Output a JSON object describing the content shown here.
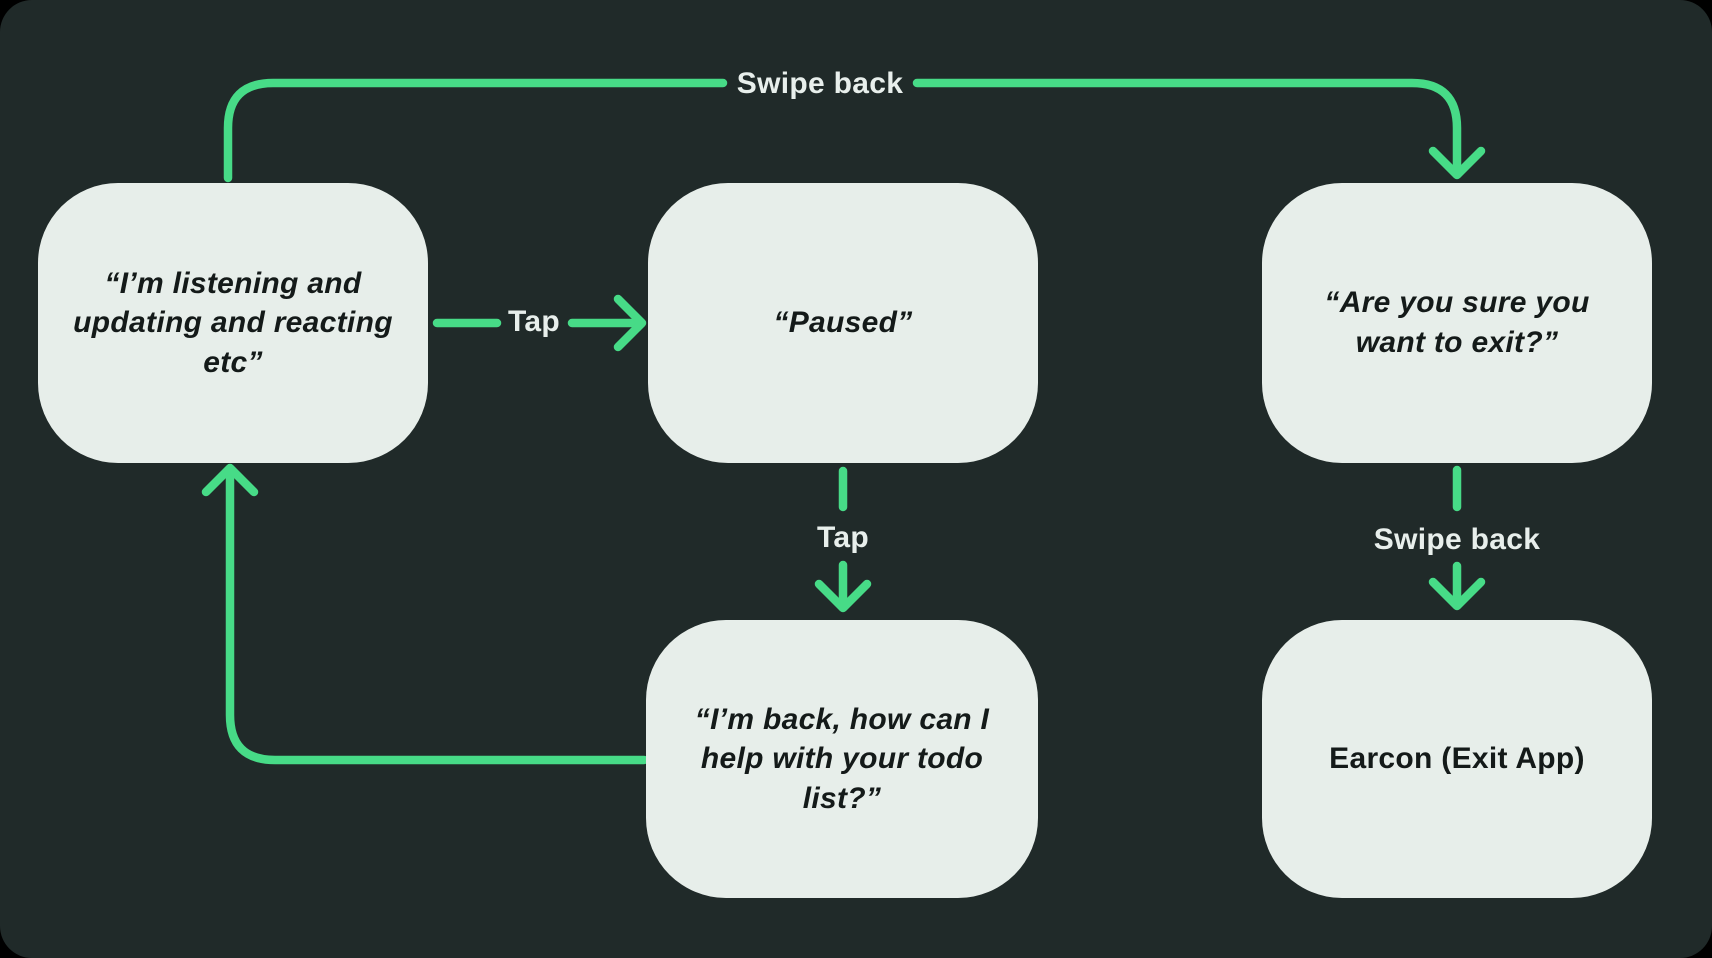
{
  "diagram": {
    "title_hint": "voice-app state flow",
    "colors": {
      "outer_background": "#000000",
      "panel_background": "#202A29",
      "node_fill": "#E7EEEA",
      "node_text": "#141A19",
      "arrow": "#47DB87",
      "edge_label_text": "#E8EFEC"
    },
    "nodes": [
      {
        "id": "listening",
        "label": "“I’m listening and updating and reacting etc”"
      },
      {
        "id": "paused",
        "label": "“Paused”"
      },
      {
        "id": "confirm_exit",
        "label": "“Are you sure you want to exit?”"
      },
      {
        "id": "back",
        "label": "“I’m back, how can I help with your todo list?”"
      },
      {
        "id": "earcon",
        "label": "Earcon (Exit App)"
      }
    ],
    "edges": [
      {
        "from": "listening",
        "to": "confirm_exit",
        "label": "Swipe back"
      },
      {
        "from": "listening",
        "to": "paused",
        "label": "Tap"
      },
      {
        "from": "paused",
        "to": "back",
        "label": "Tap"
      },
      {
        "from": "confirm_exit",
        "to": "earcon",
        "label": "Swipe back"
      },
      {
        "from": "back",
        "to": "listening",
        "label": null
      }
    ]
  }
}
